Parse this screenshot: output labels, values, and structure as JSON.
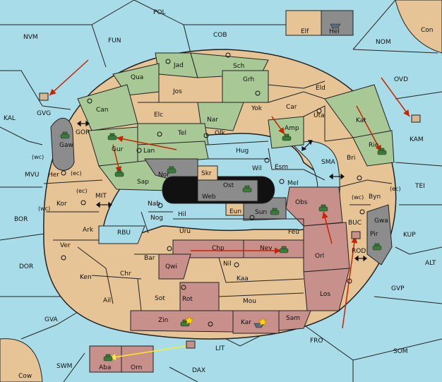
{
  "colors": {
    "sea": "#a8dce8",
    "land": "#e6c496",
    "green": "#a8c896",
    "red": "#c8908a",
    "grey": "#8c8c8c",
    "line": "#222222",
    "arrow_red": "#cc2200",
    "arrow_yellow": "#ffee22"
  },
  "sea_labels": {
    "pol": "POL",
    "nvm": "NVM",
    "fun": "FUN",
    "cob": "COB",
    "nom": "NOM",
    "con": "Con",
    "ovd": "OVD",
    "kal": "KAL",
    "gvg": "GVG",
    "kam": "KAM",
    "gor": "GOR",
    "tei": "TEI",
    "mvu": "MVU",
    "sma": "SMA",
    "bor": "BOR",
    "mit": "MIT",
    "rbu": "RBU",
    "buc": "BUC",
    "kup": "KUP",
    "dor": "DOR",
    "rod": "ROD",
    "alt": "ALT",
    "gvp": "GVP",
    "gva": "GVA",
    "fro": "FRO",
    "som": "SOM",
    "lit": "LIT",
    "swm": "SWM",
    "dax": "DAX",
    "cow": "Cow"
  },
  "land_labels": {
    "elf": "Elf",
    "hel": "Hel",
    "jad": "Jad",
    "sch": "Sch",
    "qua": "Qua",
    "jos": "Jos",
    "grh": "Grh",
    "eld": "Eld",
    "can": "Can",
    "elc": "Elc",
    "yok": "Yok",
    "car": "Car",
    "nar": "Nar",
    "uta": "Uta",
    "kat": "Kat",
    "tel": "Tel",
    "olk": "Olk",
    "amp": "Amp",
    "gaw": "Gaw",
    "gur": "Gur",
    "lan": "Lan",
    "hug": "Hug",
    "rie": "Rie",
    "bri": "Bri",
    "wil": "Wil",
    "esm": "Esm",
    "nor": "Nor",
    "skr": "Skr",
    "ost": "Ost",
    "her": "Her",
    "sap": "Sap",
    "web": "Web",
    "mel": "Mel",
    "byn": "Byn",
    "kor": "Kor",
    "nab": "Nab",
    "eun": "Eun",
    "obs": "Obs",
    "hil": "Hil",
    "sun": "Sun",
    "gwa": "Gwa",
    "nog": "Nog",
    "ark": "Ark",
    "uru": "Uru",
    "feu": "Feu",
    "pir": "Pir",
    "ver": "Ver",
    "chp": "Chp",
    "nev": "Nev",
    "orl": "Orl",
    "bar": "Bar",
    "qwi": "Qwi",
    "nil": "Nil",
    "ken": "Ken",
    "chr": "Chr",
    "kaa": "Kaa",
    "los": "Los",
    "ail": "Ail",
    "sot": "Sot",
    "rot": "Rot",
    "mou": "Mou",
    "zin": "Zin",
    "kar": "Kar",
    "sam": "Sam",
    "aba": "Aba",
    "orn": "Orn"
  },
  "coast_tags": {
    "wc1": "(wc)",
    "ec1": "(ec)",
    "ec2": "(ec)",
    "wc2": "(wc)",
    "wc3": "(wc)",
    "ec3": "(ec)"
  },
  "icons": {
    "supply_center": "dotted-circle-icon",
    "army": "tank-icon",
    "fleet": "ship-icon",
    "convoy_arrow": "double-arrow-icon",
    "destroyed": "explosion-icon"
  }
}
